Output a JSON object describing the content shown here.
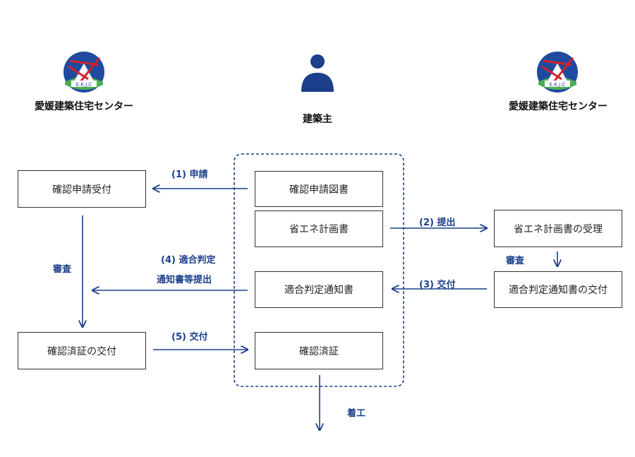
{
  "colors": {
    "accent": "#1b3f8a",
    "box_border": "#333333",
    "logo_blue": "#1f4aa0",
    "logo_red": "#d3202a",
    "logo_green": "#4caf50"
  },
  "left_org": {
    "logo_icon": "ekjc-logo-icon",
    "logo_text": "E.K.J.C",
    "name": "愛媛建築住宅センター"
  },
  "right_org": {
    "logo_icon": "ekjc-logo-icon",
    "logo_text": "E.K.J.C",
    "name": "愛媛建築住宅センター"
  },
  "center_actor": {
    "icon": "person-icon",
    "name": "建築主"
  },
  "boxes": {
    "left_receipt": "確認申請受付",
    "left_issue": "確認済証の交付",
    "center_application": "確認申請図書",
    "center_energy_plan": "省エネ計画書",
    "center_notice": "適合判定通知書",
    "center_certificate": "確認済証",
    "right_receipt": "省エネ計画書の受理",
    "right_issue": "適合判定通知書の交付"
  },
  "labels": {
    "step1": "(1) 申請",
    "step2": "(2) 提出",
    "step3": "(3) 交付",
    "step4_line1": "(4) 適合判定",
    "step4_line2": "通知書等提出",
    "step5": "(5) 交付",
    "review_left": "審査",
    "review_right": "審査",
    "construction": "着工"
  }
}
